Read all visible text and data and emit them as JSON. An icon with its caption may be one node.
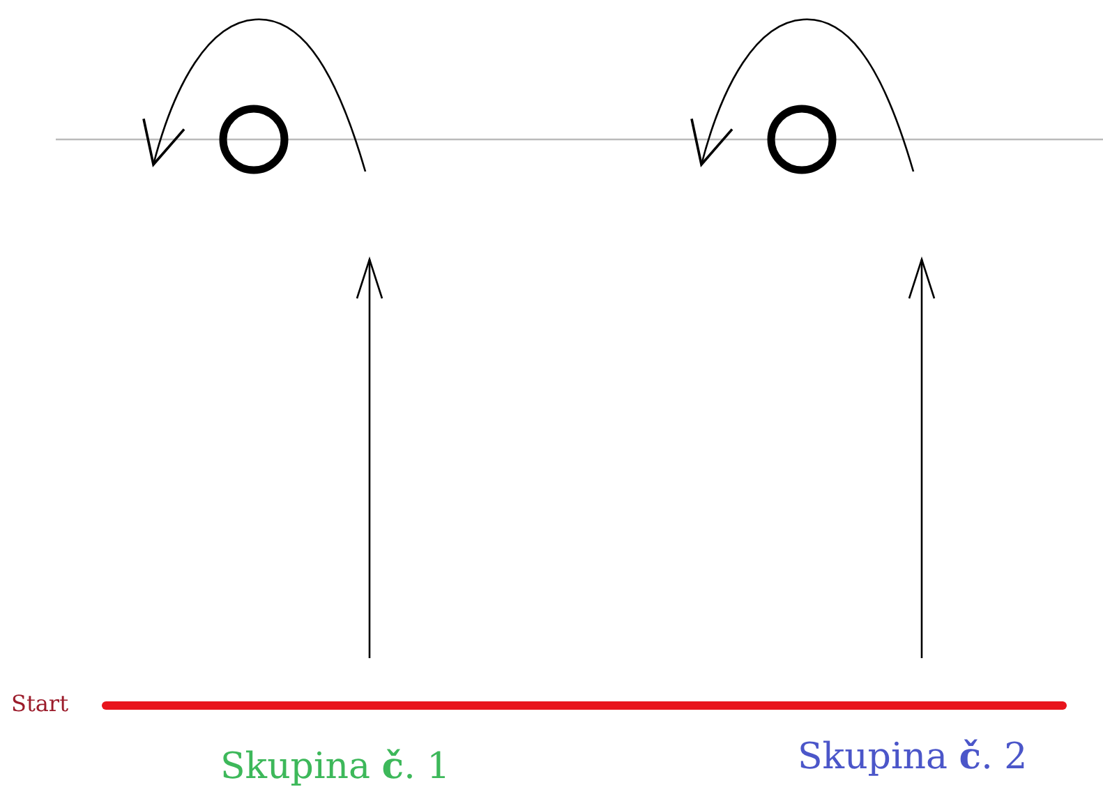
{
  "diagram": {
    "labels": [
      "Start",
      "Skupina **č**. 1",
      "Skupina **č**. 2"
    ]
  }
}
